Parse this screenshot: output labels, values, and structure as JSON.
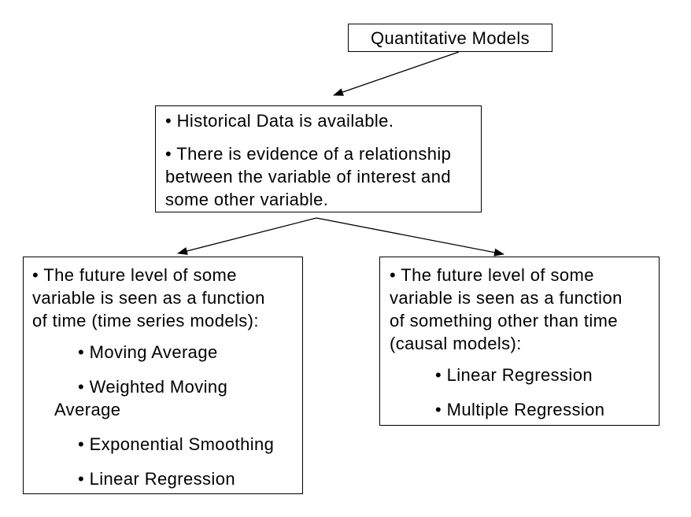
{
  "diagram": {
    "bullet_char": "•",
    "colors": {
      "background": "#ffffff",
      "line": "#000000",
      "text": "#000000",
      "box_border": "#000000",
      "box_fill": "#ffffff"
    },
    "root": {
      "label": "Quantitative Models"
    },
    "criteria": {
      "bullets": [
        "Historical Data is available.",
        "There is evidence of a relationship\nbetween the variable of interest and\nsome other variable."
      ]
    },
    "time_series": {
      "intro": "The future level of some\nvariable is seen as a function\nof time (time series models):",
      "items": [
        "Moving Average",
        "Weighted Moving\nAverage",
        "Exponential Smoothing",
        "Linear Regression"
      ]
    },
    "causal": {
      "intro": "The future level of some\nvariable is seen as a function\nof something other than time\n(causal models):",
      "items": [
        "Linear Regression",
        "Multiple Regression"
      ]
    },
    "connections": [
      {
        "from": "quantitative-models",
        "to": "criteria"
      },
      {
        "from": "criteria",
        "to": "time-series-models"
      },
      {
        "from": "criteria",
        "to": "causal-models"
      }
    ]
  }
}
